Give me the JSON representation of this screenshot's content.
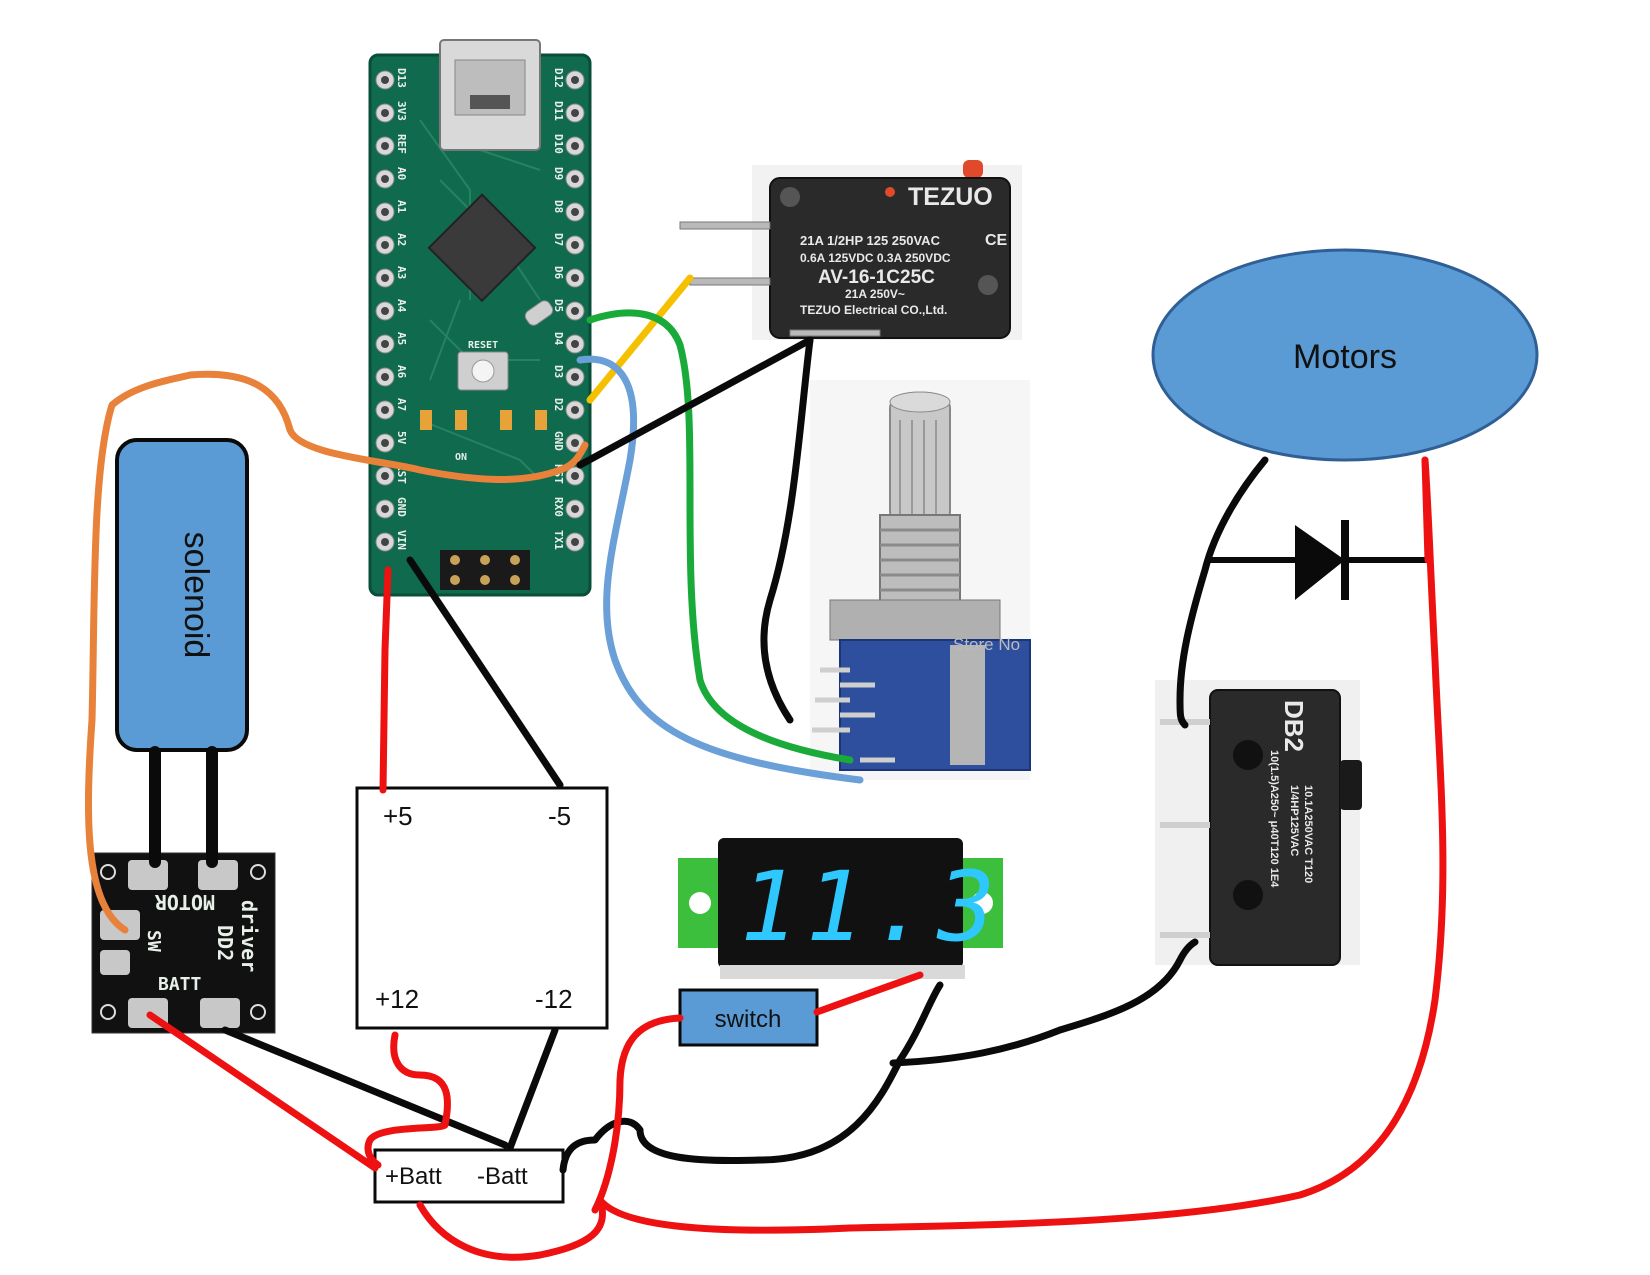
{
  "diagram": {
    "solenoid": {
      "label": "solenoid",
      "fill": "#5b9bd5"
    },
    "motors": {
      "label": "Motors",
      "fill": "#5b9bd5"
    },
    "switch": {
      "label": "switch",
      "fill": "#5b9bd5"
    },
    "converter": {
      "plus5": "+5",
      "minus5": "-5",
      "plus12": "+12",
      "minus12": "-12"
    },
    "battery": {
      "plus": "+Batt",
      "minus": "-Batt"
    },
    "motor_driver": {
      "board_text_1": "driver",
      "board_text_2": "DD2",
      "motor_label": "MOTOR",
      "sw_label": "SW",
      "batt_label": "BATT"
    },
    "arduino": {
      "left_pins": [
        "D13",
        "3V3",
        "REF",
        "A0",
        "A1",
        "A2",
        "A3",
        "A4",
        "A5",
        "A6",
        "A7",
        "5V",
        "RST",
        "GND",
        "VIN"
      ],
      "right_pins": [
        "D12",
        "D11",
        "D10",
        "D9",
        "D8",
        "D7",
        "D6",
        "D5",
        "D4",
        "D3",
        "D2",
        "GND",
        "RST",
        "RX0",
        "TX1"
      ],
      "reset_label": "RESET",
      "on_label": "ON"
    },
    "microswitch_tezuo": {
      "brand": "TEZUO",
      "line1": "21A 1/2HP 125 250VAC",
      "line2": "0.6A 125VDC 0.3A 250VDC",
      "model": "AV-16-1C25C",
      "line3": "21A 250V~",
      "maker": "TEZUO Electrical CO.,Ltd.",
      "ce": "CE"
    },
    "microswitch_db2": {
      "model": "DB2",
      "line1": "10.1A250VAC T120",
      "line2": "1/4HP125VAC",
      "line3": "10(1.5)A250~ μ40T120 1E4"
    },
    "voltmeter": {
      "reading": "11.3"
    },
    "encoder_watermark": "Store No"
  },
  "colors": {
    "red_wire": "#ee1111",
    "black_wire": "#0a0a0a",
    "orange_wire": "#e8813a",
    "green_wire": "#1aaa3a",
    "blue_wire": "#6a9fd8",
    "yellow_wire": "#f5c000",
    "shape_fill": "#5b9bd5",
    "pcb_green": "#0f6a4e",
    "display_digits": "#2ec8ff"
  }
}
